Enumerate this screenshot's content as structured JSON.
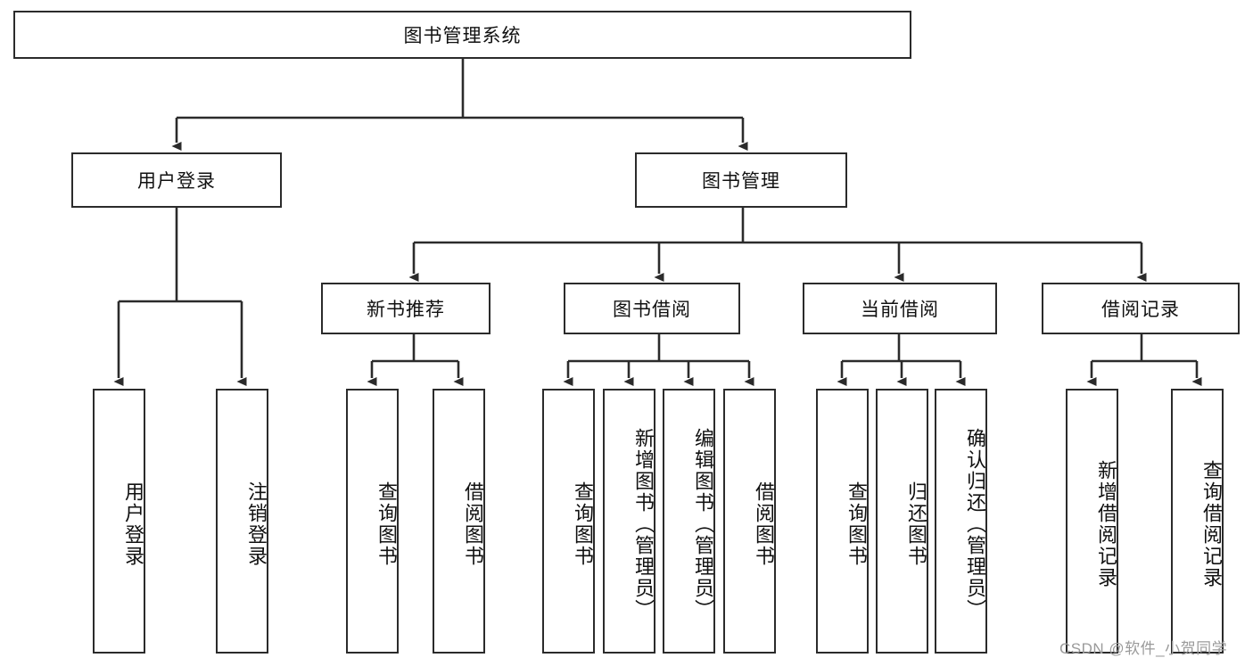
{
  "diagram": {
    "title": "图书管理系统",
    "type": "tree-hierarchy-diagram",
    "colors": {
      "background": "#ffffff",
      "node_border": "#2b2b2b",
      "node_fill": "#ffffff",
      "edge": "#2b2b2b",
      "text": "#111111",
      "watermark": "#9a9a9a"
    },
    "root": {
      "label": "图书管理系统"
    },
    "level1": [
      {
        "id": "user-login",
        "label": "用户登录"
      },
      {
        "id": "book-management",
        "label": "图书管理"
      }
    ],
    "level2": [
      {
        "id": "new-book-recommend",
        "label": "新书推荐"
      },
      {
        "id": "book-borrow",
        "label": "图书借阅"
      },
      {
        "id": "current-borrow",
        "label": "当前借阅"
      },
      {
        "id": "borrow-record",
        "label": "借阅记录"
      }
    ],
    "leaves": {
      "user_login": [
        {
          "id": "leaf-user-login",
          "label": "用户登录"
        },
        {
          "id": "leaf-logout-login",
          "label": "注销登录"
        }
      ],
      "new_book_recommend": [
        {
          "id": "leaf-query-book-1",
          "label": "查询图书"
        },
        {
          "id": "leaf-borrow-book-1",
          "label": "借阅图书"
        }
      ],
      "book_borrow": [
        {
          "id": "leaf-query-book-2",
          "label": "查询图书"
        },
        {
          "id": "leaf-add-book",
          "label": "新增图书（管理员）"
        },
        {
          "id": "leaf-edit-book",
          "label": "编辑图书（管理员）"
        },
        {
          "id": "leaf-borrow-book-2",
          "label": "借阅图书"
        }
      ],
      "current_borrow": [
        {
          "id": "leaf-query-book-3",
          "label": "查询图书"
        },
        {
          "id": "leaf-return-book",
          "label": "归还图书"
        },
        {
          "id": "leaf-confirm-return",
          "label": "确认归还（管理员）"
        }
      ],
      "borrow_record": [
        {
          "id": "leaf-add-record",
          "label": "新增借阅记录"
        },
        {
          "id": "leaf-query-record",
          "label": "查询借阅记录"
        }
      ]
    }
  },
  "watermark": {
    "text": "CSDN @软件_小贺同学"
  }
}
